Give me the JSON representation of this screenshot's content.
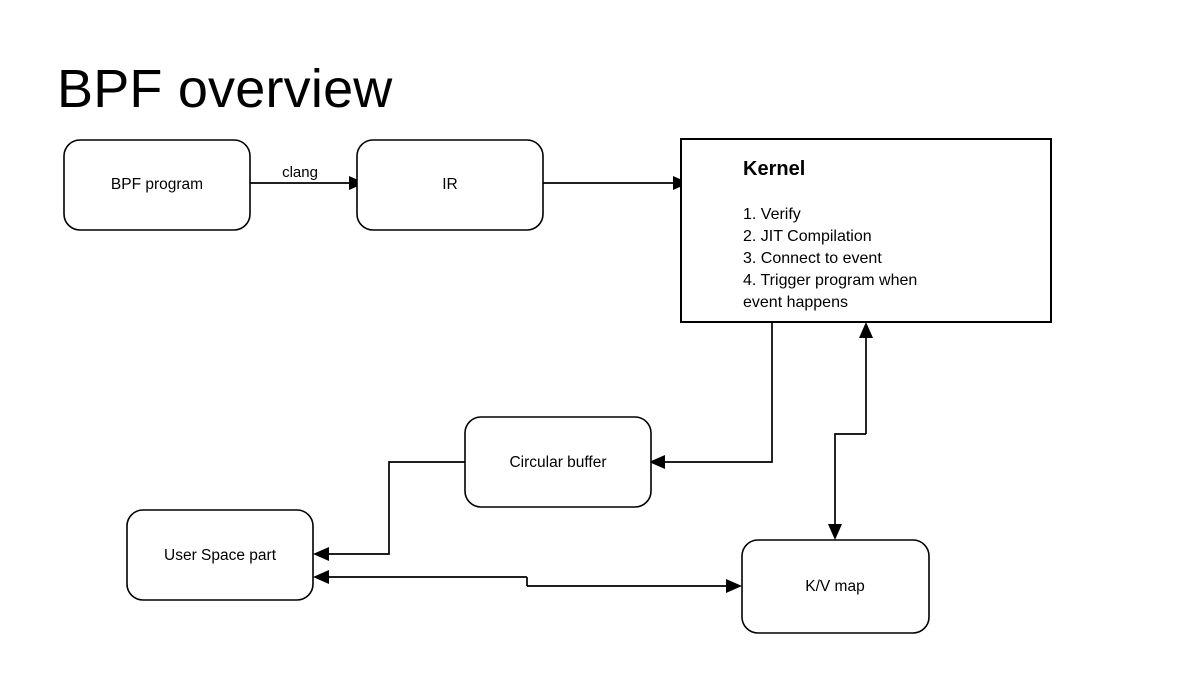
{
  "slide": {
    "title": "BPF overview",
    "background_color": "#ffffff",
    "stroke_color": "#000000"
  },
  "nodes": {
    "bpf_program": {
      "label": "BPF program",
      "shape": "rounded-rect"
    },
    "ir": {
      "label": "IR",
      "shape": "rounded-rect"
    },
    "kernel": {
      "heading": "Kernel",
      "shape": "rect",
      "steps": [
        "1. Verify",
        "2. JIT Compilation",
        "3. Connect to event",
        "4. Trigger program when",
        "event happens"
      ]
    },
    "circular_buffer": {
      "label": "Circular buffer",
      "shape": "rounded-rect"
    },
    "user_space": {
      "label": "User Space part",
      "shape": "rounded-rect"
    },
    "kv_map": {
      "label": "K/V map",
      "shape": "rounded-rect"
    }
  },
  "edges": [
    {
      "id": "bpf-to-ir",
      "label": "clang",
      "from": "bpf_program",
      "to": "ir"
    },
    {
      "id": "ir-to-kernel",
      "label": "",
      "from": "ir",
      "to": "kernel"
    },
    {
      "id": "kernel-to-circular-buffer",
      "label": "",
      "from": "kernel",
      "to": "circular_buffer"
    },
    {
      "id": "circular-buffer-to-user-space",
      "label": "",
      "from": "circular_buffer",
      "to": "user_space"
    },
    {
      "id": "kv-map-to-user-space",
      "label": "",
      "from": "kv_map",
      "to": "user_space"
    },
    {
      "id": "user-space-to-kv-map",
      "label": "",
      "from": "user_space",
      "to": "kv_map"
    },
    {
      "id": "kv-map-to-kernel",
      "label": "",
      "from": "kv_map",
      "to": "kernel"
    },
    {
      "id": "kernel-to-kv-map",
      "label": "",
      "from": "kernel",
      "to": "kv_map"
    }
  ]
}
